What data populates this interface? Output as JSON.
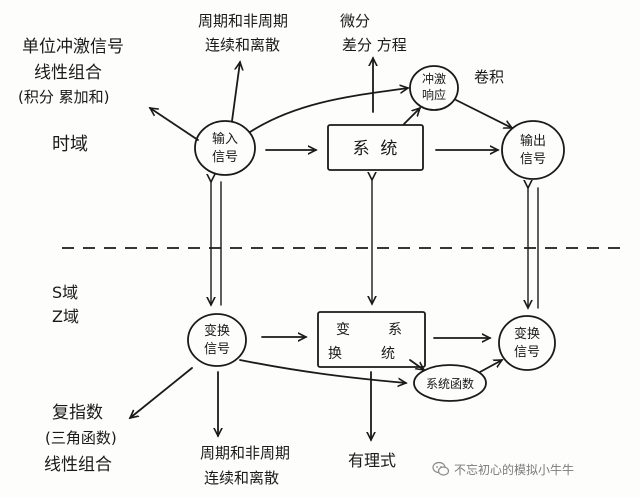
{
  "domains": {
    "time": "时域",
    "s": "S域",
    "z": "Z域"
  },
  "nodes": {
    "input_signal": [
      "输入",
      "信号"
    ],
    "system": "系  统",
    "impulse_response": [
      "冲激",
      "响应"
    ],
    "convolution": "卷积",
    "output_signal": [
      "输出",
      "信号"
    ],
    "transform_signal": [
      "变换",
      "信号"
    ],
    "transform_system": [
      "变",
      "系",
      "换",
      "统"
    ],
    "system_function": "系统函数",
    "transform_output": [
      "变换",
      "信号"
    ]
  },
  "annotations": {
    "unit_impulse": [
      "单位冲激信号",
      "线性组合",
      "(积分  累加和)"
    ],
    "top_periodic": [
      "周期和非周期",
      "连续和离散"
    ],
    "top_equation": [
      "微分",
      "差分 方程"
    ],
    "complex_exp": [
      "复指数",
      "(三角函数)",
      "线性组合"
    ],
    "bottom_periodic": [
      "周期和非周期",
      "连续和离散"
    ],
    "rational": "有理式"
  },
  "watermark": {
    "text": "不忘初心的模拟小牛牛",
    "icon": "wechat-icon"
  },
  "colors": {
    "ink": "#1a1a1a",
    "paper": "#fdfdfc"
  }
}
